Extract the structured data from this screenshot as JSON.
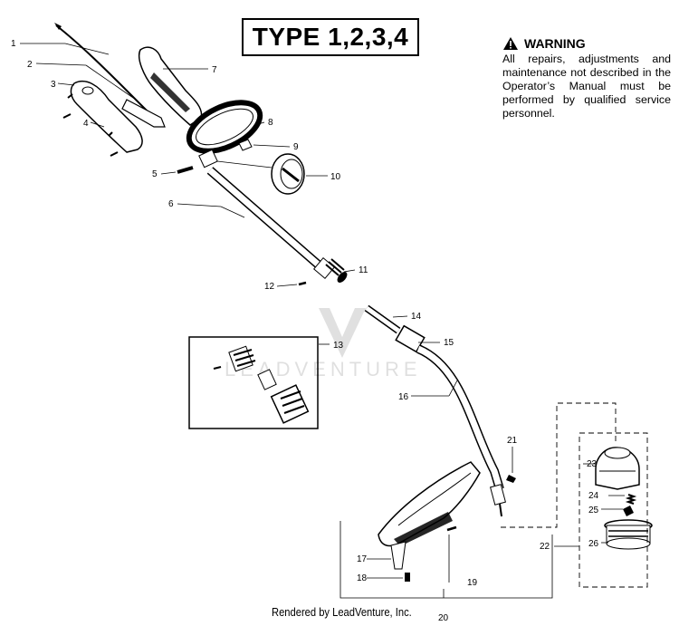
{
  "header": {
    "type_label": "TYPE 1,2,3,4"
  },
  "warning": {
    "title": "WARNING",
    "text": "All repairs, adjustments and maintenance not described in the Operator’s Manual must be performed by qualified service personnel.",
    "icon": "warning-triangle-icon"
  },
  "watermark": {
    "text": "LEADVENTURE"
  },
  "footer": {
    "text": "Rendered by LeadVenture, Inc."
  },
  "callouts": [
    "1",
    "2",
    "3",
    "4",
    "5",
    "6",
    "7",
    "8",
    "9",
    "10",
    "11",
    "12",
    "13",
    "14",
    "15",
    "16",
    "17",
    "18",
    "19",
    "20",
    "21",
    "22",
    "23",
    "24",
    "25",
    "26"
  ]
}
